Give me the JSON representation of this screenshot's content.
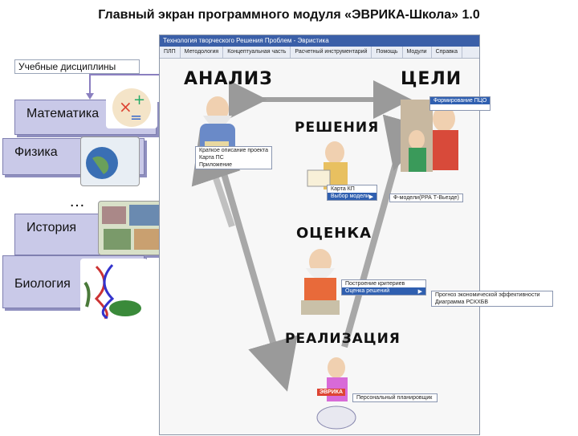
{
  "title": "Главный экран программного модуля «ЭВРИКА-Школа» 1.0",
  "disciplines": {
    "label": "Учебные дисциплины",
    "items": [
      "Математика",
      "Физика",
      "…",
      "История",
      "Биология"
    ]
  },
  "window": {
    "title": "Технология творческого Решения Проблем - Эвристика",
    "menu": [
      "ПЛП",
      "Методология",
      "Концептуальная часть",
      "Расчетный инструментарий",
      "Помощь",
      "Модули",
      "Справка"
    ],
    "stages": {
      "analysis": "АНАЛИЗ",
      "goals": "ЦЕЛИ",
      "solutions": "РЕШЕНИЯ",
      "evaluation": "ОЦЕНКА",
      "realization": "РЕАЛИЗАЦИЯ"
    },
    "goals_menu": {
      "item": "Формирование ПЦО"
    },
    "analysis_menu": [
      "Краткое описание проекта",
      "Карта ПС",
      "Приложение"
    ],
    "solutions_menu": [
      "Карта КП",
      "Выбор модели"
    ],
    "solutions_submenu": "Ф-модели(РРА Т-Вьезде)",
    "evaluation_menu": [
      "Построение критериев",
      "Оценка решений"
    ],
    "evaluation_submenu": [
      "Прогноз экономической эффективности",
      "Диаграмма РСКХБВ"
    ],
    "realization_menu": "Персональный планировщик",
    "eureka_sign": "ЭВРИКА"
  },
  "colors": {
    "card": "#c9c9e8",
    "titlebar": "#3a5fa8",
    "arrow": "#9a9a9a",
    "selected": "#2f5fb0"
  }
}
